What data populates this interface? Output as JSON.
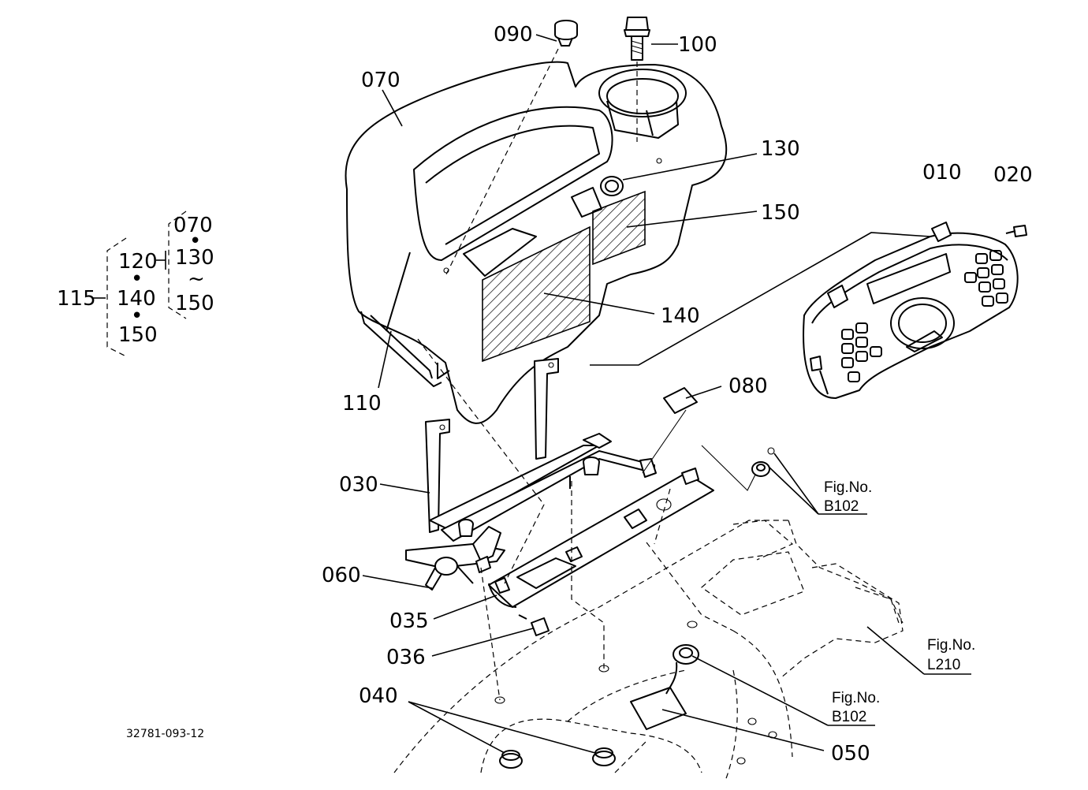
{
  "part_labels": {
    "p090": "090",
    "p100": "100",
    "p070": "070",
    "p130": "130",
    "p150": "150",
    "p010": "010",
    "p020": "020",
    "p140": "140",
    "p110": "110",
    "p080": "080",
    "p030": "030",
    "p060": "060",
    "p035": "035",
    "p036": "036",
    "p040": "040",
    "p050": "050"
  },
  "assembly_tree": {
    "root": "115",
    "mid": [
      "120",
      "140",
      "150"
    ],
    "sub": [
      "070",
      "130",
      "150"
    ],
    "dot": "•",
    "tilde": "~"
  },
  "figure_refs": [
    {
      "title": "Fig.No.",
      "number": "B102"
    },
    {
      "title": "Fig.No.",
      "number": "L210"
    },
    {
      "title": "Fig.No.",
      "number": "B102"
    }
  ],
  "drawing_code": "32781-093-12"
}
